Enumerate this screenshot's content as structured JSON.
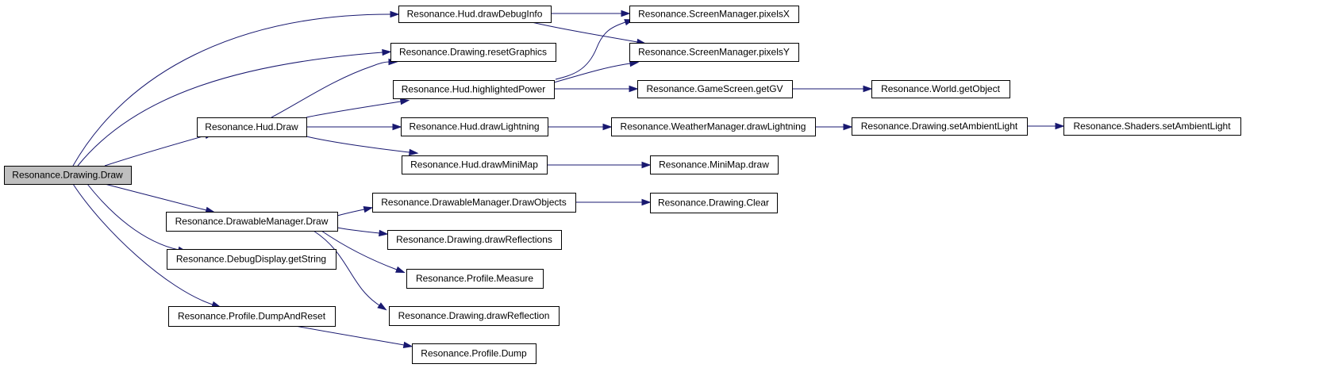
{
  "graph": {
    "colors": {
      "edge": "#191970",
      "root_fill": "#bfbfbf",
      "node_fill": "#ffffff",
      "border": "#000000"
    },
    "nodes": [
      {
        "id": "n0",
        "label": "Resonance.Drawing.Draw",
        "root": true
      },
      {
        "id": "n1",
        "label": "Resonance.Hud.drawDebugInfo"
      },
      {
        "id": "n2",
        "label": "Resonance.ScreenManager.pixelsX"
      },
      {
        "id": "n3",
        "label": "Resonance.Drawing.resetGraphics"
      },
      {
        "id": "n4",
        "label": "Resonance.ScreenManager.pixelsY"
      },
      {
        "id": "n5",
        "label": "Resonance.Hud.highlightedPower"
      },
      {
        "id": "n6",
        "label": "Resonance.GameScreen.getGV"
      },
      {
        "id": "n7",
        "label": "Resonance.World.getObject"
      },
      {
        "id": "n8",
        "label": "Resonance.Hud.Draw"
      },
      {
        "id": "n9",
        "label": "Resonance.Hud.drawLightning"
      },
      {
        "id": "n10",
        "label": "Resonance.WeatherManager.drawLightning"
      },
      {
        "id": "n11",
        "label": "Resonance.Drawing.setAmbientLight"
      },
      {
        "id": "n12",
        "label": "Resonance.Shaders.setAmbientLight"
      },
      {
        "id": "n13",
        "label": "Resonance.Hud.drawMiniMap"
      },
      {
        "id": "n14",
        "label": "Resonance.MiniMap.draw"
      },
      {
        "id": "n15",
        "label": "Resonance.DrawableManager.Draw"
      },
      {
        "id": "n16",
        "label": "Resonance.DrawableManager.DrawObjects"
      },
      {
        "id": "n17",
        "label": "Resonance.Drawing.Clear"
      },
      {
        "id": "n18",
        "label": "Resonance.Drawing.drawReflections"
      },
      {
        "id": "n19",
        "label": "Resonance.DebugDisplay.getString"
      },
      {
        "id": "n20",
        "label": "Resonance.Profile.Measure"
      },
      {
        "id": "n21",
        "label": "Resonance.Drawing.drawReflection"
      },
      {
        "id": "n22",
        "label": "Resonance.Profile.DumpAndReset"
      },
      {
        "id": "n23",
        "label": "Resonance.Profile.Dump"
      }
    ],
    "edges": [
      {
        "from": "n0",
        "to": "n1"
      },
      {
        "from": "n0",
        "to": "n3"
      },
      {
        "from": "n0",
        "to": "n8"
      },
      {
        "from": "n0",
        "to": "n15"
      },
      {
        "from": "n0",
        "to": "n19"
      },
      {
        "from": "n0",
        "to": "n22"
      },
      {
        "from": "n1",
        "to": "n2"
      },
      {
        "from": "n1",
        "to": "n4"
      },
      {
        "from": "n5",
        "to": "n2"
      },
      {
        "from": "n5",
        "to": "n4"
      },
      {
        "from": "n5",
        "to": "n6"
      },
      {
        "from": "n6",
        "to": "n7"
      },
      {
        "from": "n8",
        "to": "n3"
      },
      {
        "from": "n8",
        "to": "n5"
      },
      {
        "from": "n8",
        "to": "n9"
      },
      {
        "from": "n8",
        "to": "n13"
      },
      {
        "from": "n9",
        "to": "n10"
      },
      {
        "from": "n10",
        "to": "n11"
      },
      {
        "from": "n11",
        "to": "n12"
      },
      {
        "from": "n13",
        "to": "n14"
      },
      {
        "from": "n15",
        "to": "n16"
      },
      {
        "from": "n15",
        "to": "n18"
      },
      {
        "from": "n15",
        "to": "n20"
      },
      {
        "from": "n15",
        "to": "n21"
      },
      {
        "from": "n16",
        "to": "n17"
      },
      {
        "from": "n22",
        "to": "n23"
      }
    ]
  }
}
